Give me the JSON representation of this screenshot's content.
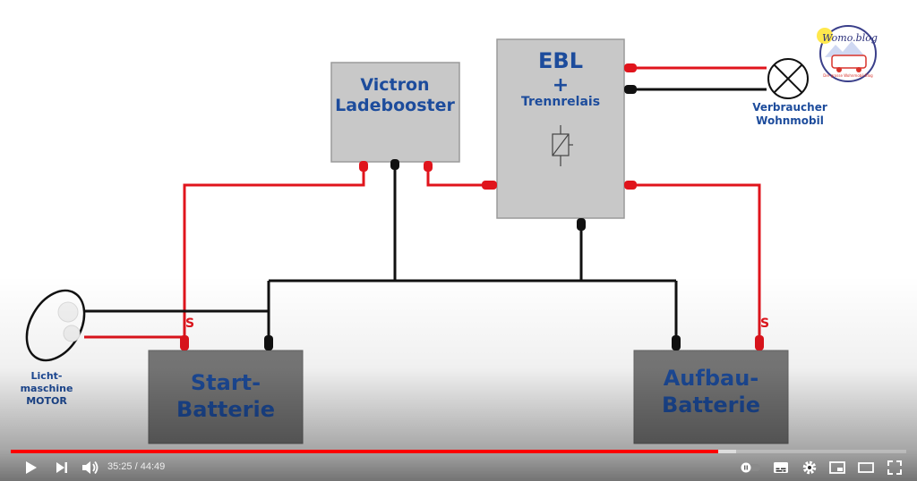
{
  "diagram": {
    "ebl": {
      "title": "EBL",
      "plus": "+",
      "subtitle": "Trennrelais"
    },
    "victron": {
      "line1": "Victron",
      "line2": "Ladebooster"
    },
    "verbraucher": {
      "line1": "Verbraucher",
      "line2": "Wohnmobil"
    },
    "starter": {
      "line1": "Start-",
      "line2": "Batterie"
    },
    "aufbau": {
      "line1": "Aufbau-",
      "line2": "Batterie"
    },
    "motor": {
      "line1": "Licht-",
      "line2": "maschine",
      "line3": "MOTOR"
    },
    "s_label": "S",
    "colors": {
      "box_fill": "#c8c8c8",
      "battery_fill": "#7a7a7a",
      "text": "#1d4c9c",
      "wire_red": "#e0141c",
      "wire_black": "#111111"
    }
  },
  "logo": {
    "text": "Womo.blog",
    "tagline": "Der grosse Wohnmobil-Blog"
  },
  "player": {
    "current_time": "35:25",
    "separator": " / ",
    "duration": "44:49",
    "progress_fraction": 0.79,
    "buffered_fraction": 0.81,
    "accent": "#ff0000",
    "icons": {
      "play": "play-icon",
      "next": "next-icon",
      "volume": "volume-icon",
      "autoplay": "autoplay-toggle-icon",
      "captions": "subtitles-icon",
      "settings": "gear-icon",
      "miniplayer": "miniplayer-icon",
      "theater": "theater-icon",
      "fullscreen": "fullscreen-icon"
    }
  }
}
